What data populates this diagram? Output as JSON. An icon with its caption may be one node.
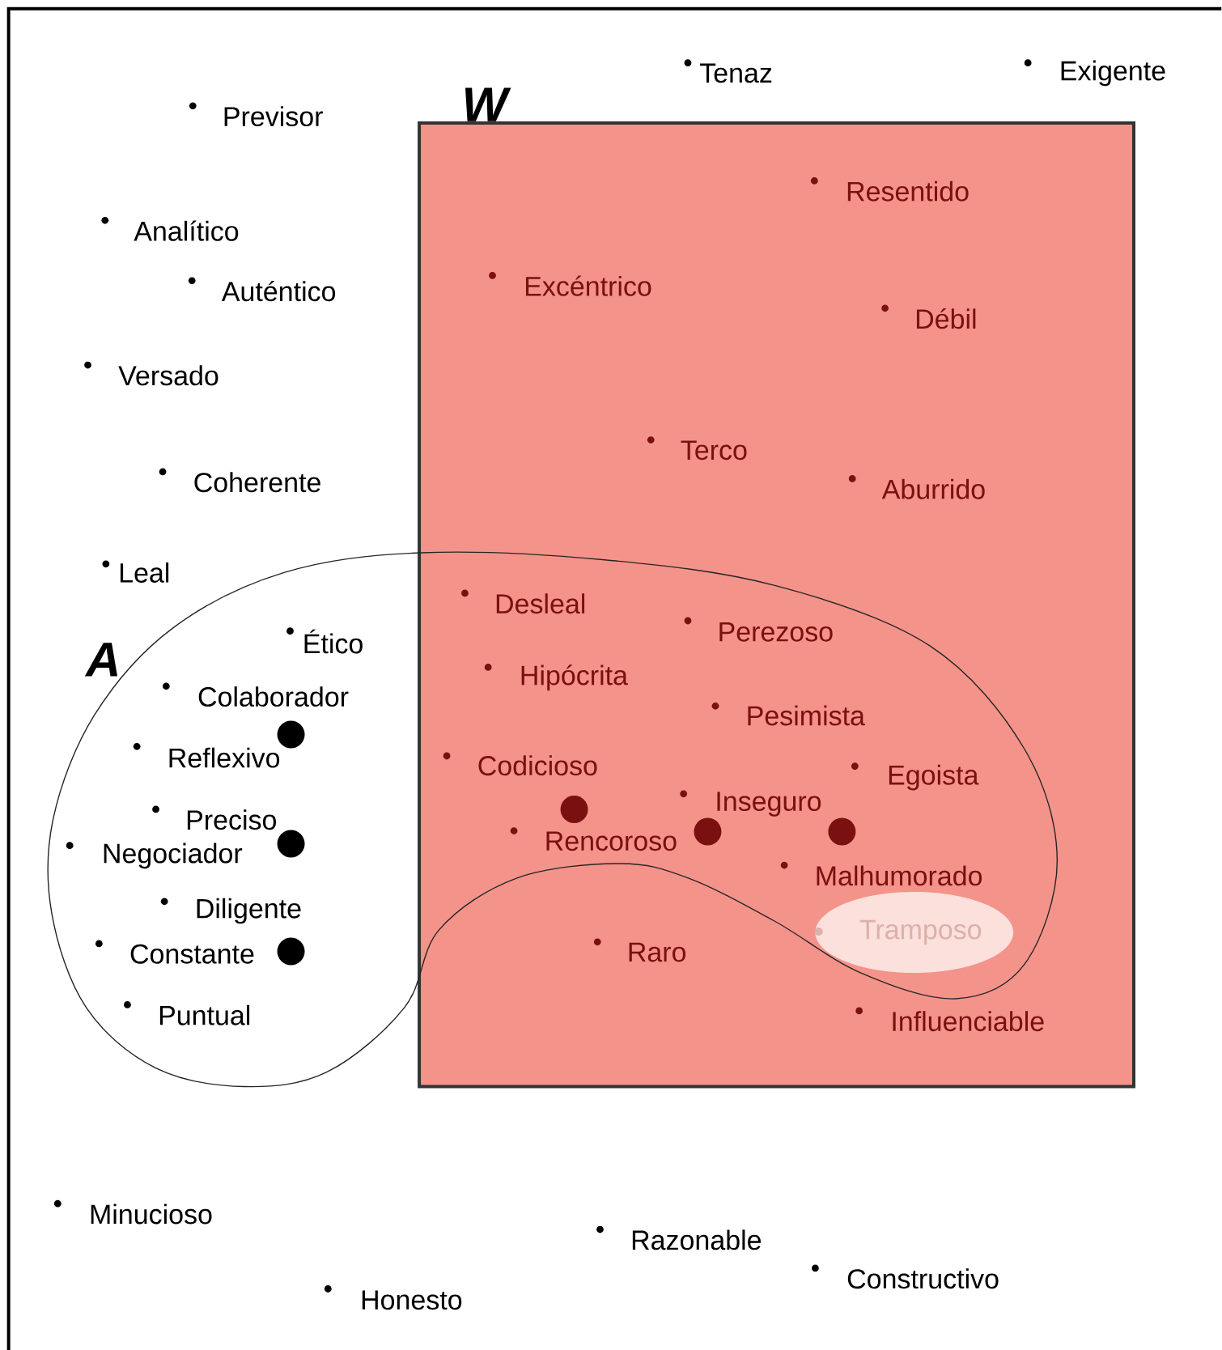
{
  "diagram": {
    "nodes": [
      {
        "text": [
          "W"
        ]
      },
      {
        "text": [
          "A"
        ]
      },
      {
        "text": [
          "Tramposo"
        ]
      }
    ],
    "labels": [
      "Tenaz",
      "Exigente",
      "Previsor",
      "Resentido",
      "Analítico",
      "Auténtico",
      "Excéntrico",
      "Débil",
      "Versado",
      "Terco",
      "Coherente",
      "Aburrido",
      "Leal",
      "Desleal",
      "Perezoso",
      "Ético",
      "Hipócrita",
      "Colaborador",
      "Pesimista",
      "Reflexivo",
      "Codicioso",
      "Egoista",
      "Inseguro",
      "Preciso",
      "Rencoroso",
      "Negociador",
      "Malhumorado",
      "Diligente",
      "Raro",
      "Constante",
      "Puntual",
      "Influenciable",
      "Minucioso",
      "Razonable",
      "Constructivo",
      "Honesto"
    ]
  }
}
